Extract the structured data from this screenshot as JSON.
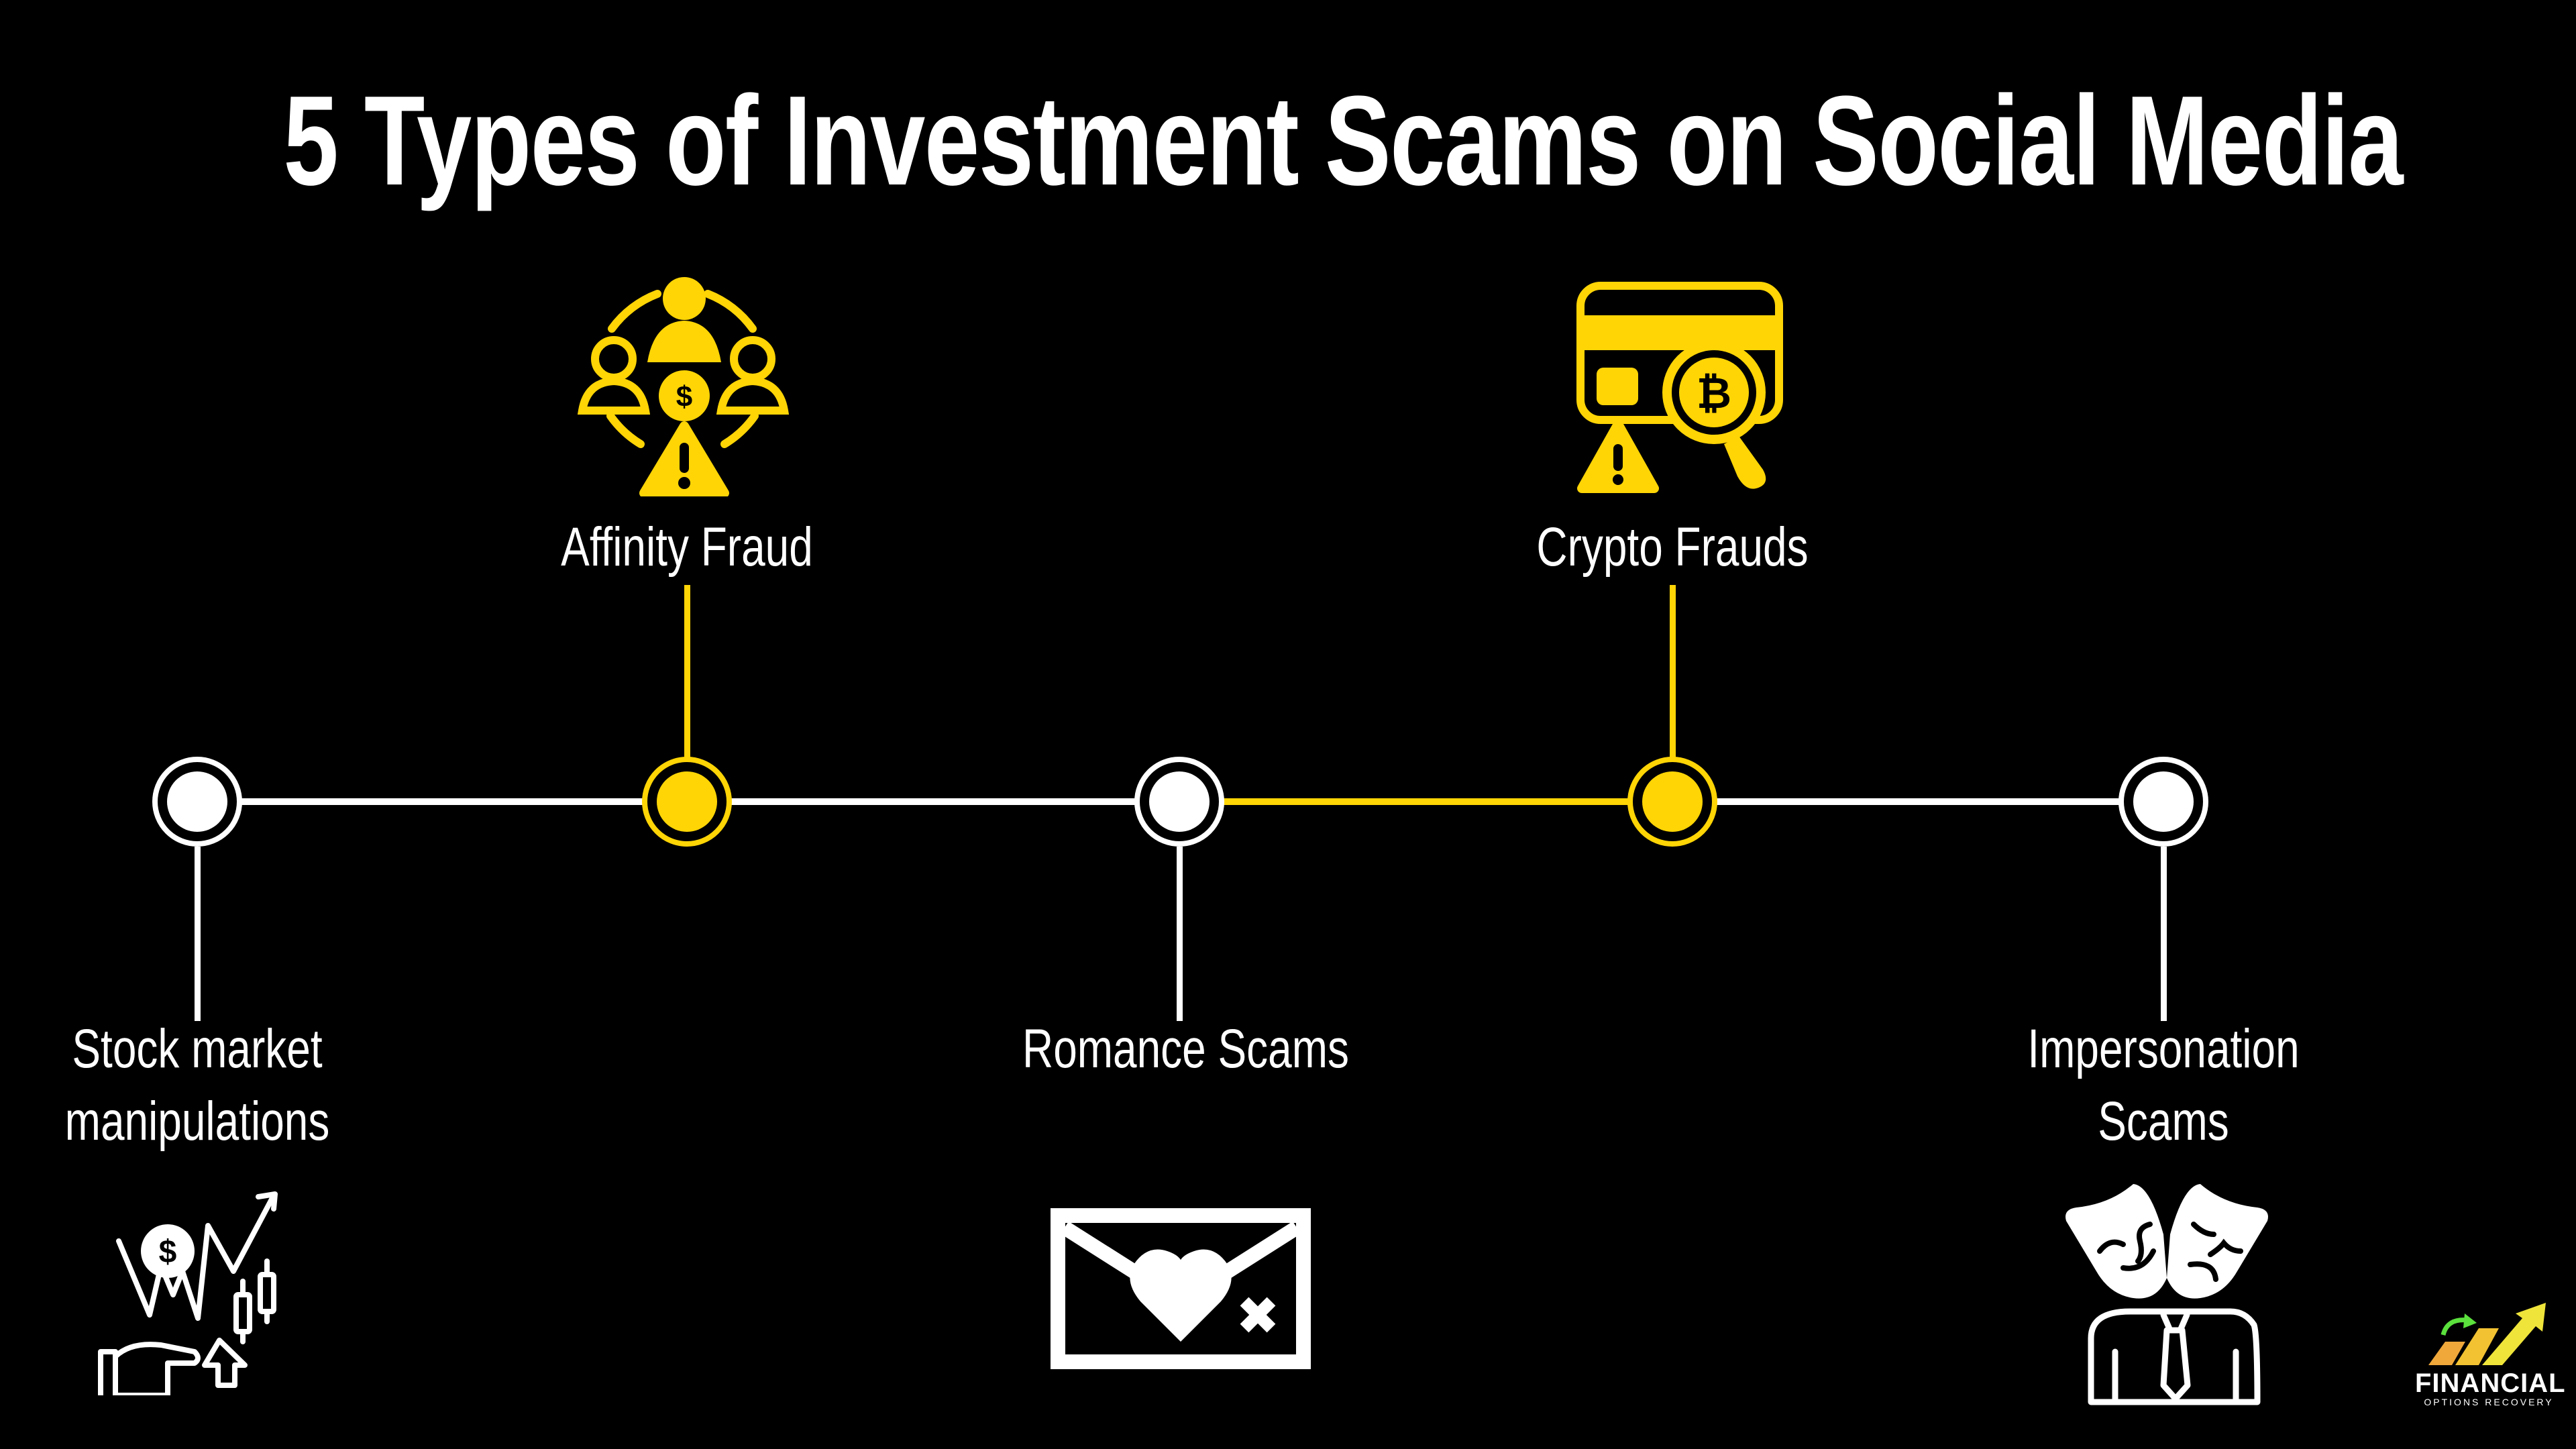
{
  "title": "5 Types of Investment Scams on Social Media",
  "colors": {
    "background": "#000000",
    "accent": "#FFD505",
    "primary": "#FFFFFF"
  },
  "timeline": {
    "items": [
      {
        "label_line1": "Stock market",
        "label_line2": "manipulations",
        "position": "below",
        "color": "white",
        "icon": "stock-manipulation-icon"
      },
      {
        "label_line1": "Affinity Fraud",
        "label_line2": "",
        "position": "above",
        "color": "yellow",
        "icon": "affinity-fraud-icon"
      },
      {
        "label_line1": "Romance Scams",
        "label_line2": "",
        "position": "below",
        "color": "white",
        "icon": "romance-envelope-icon"
      },
      {
        "label_line1": "Crypto Frauds",
        "label_line2": "",
        "position": "above",
        "color": "yellow",
        "icon": "crypto-fraud-icon"
      },
      {
        "label_line1": "Impersonation",
        "label_line2": "Scams",
        "position": "below",
        "color": "white",
        "icon": "impersonation-masks-icon"
      }
    ]
  },
  "logo": {
    "line1": "FINANCIAL",
    "line2": "OPTIONS RECOVERY"
  }
}
